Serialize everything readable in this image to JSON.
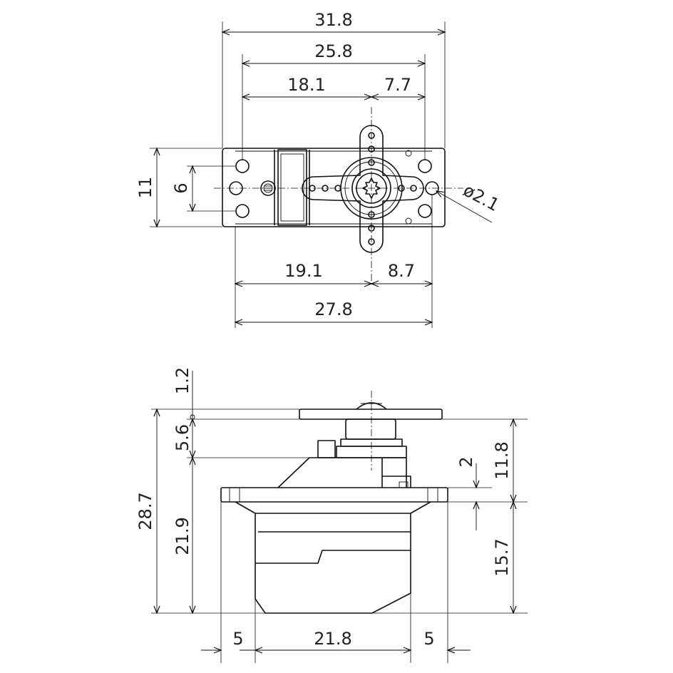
{
  "top_view": {
    "dims": {
      "overall_width": "31.8",
      "hole_span": "25.8",
      "left_to_shaft": "18.1",
      "shaft_to_hole": "7.7",
      "height": "11",
      "hole_spacing": "6",
      "hole_diameter": "ø2.1",
      "body_left_to_shaft": "19.1",
      "shaft_to_body_right": "8.7",
      "body_length": "27.8"
    }
  },
  "side_view": {
    "dims": {
      "horn_thickness": "1.2",
      "horn_to_case": "5.6",
      "total_height": "28.7",
      "case_height": "21.9",
      "flange_thickness": "2",
      "above_flange": "11.8",
      "below_flange": "15.7",
      "flange_left": "5",
      "case_width": "21.8",
      "flange_right": "5"
    }
  }
}
